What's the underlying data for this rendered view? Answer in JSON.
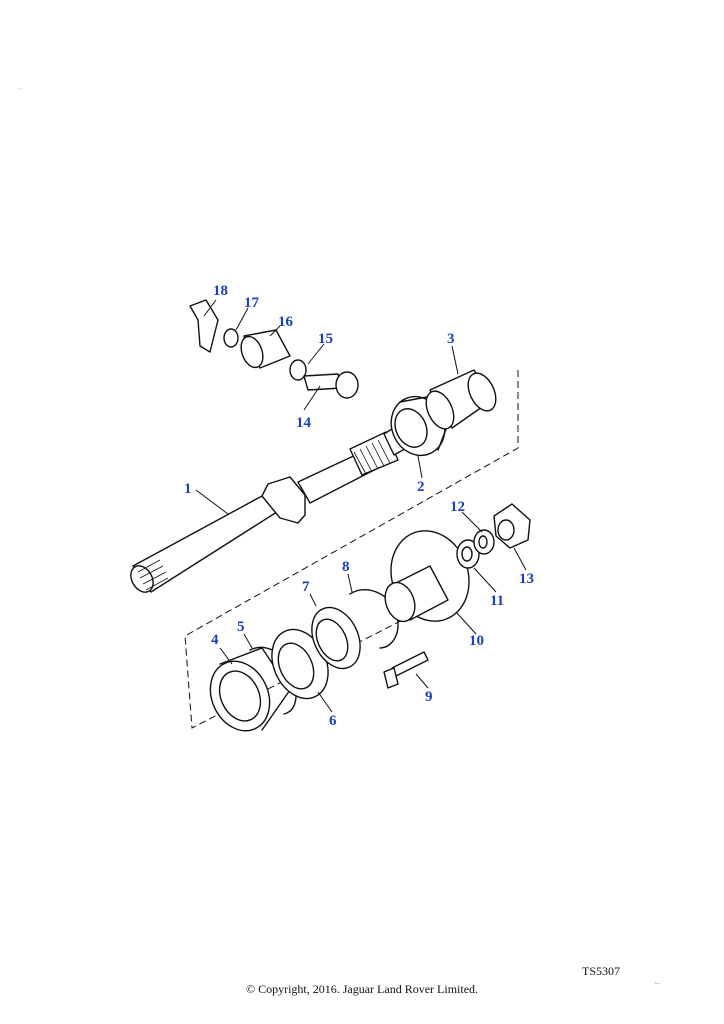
{
  "diagram": {
    "callouts": [
      {
        "id": "1",
        "label": "1"
      },
      {
        "id": "2",
        "label": "2"
      },
      {
        "id": "3",
        "label": "3"
      },
      {
        "id": "4",
        "label": "4"
      },
      {
        "id": "5",
        "label": "5"
      },
      {
        "id": "6",
        "label": "6"
      },
      {
        "id": "7",
        "label": "7"
      },
      {
        "id": "8",
        "label": "8"
      },
      {
        "id": "9",
        "label": "9"
      },
      {
        "id": "10",
        "label": "10"
      },
      {
        "id": "11",
        "label": "11"
      },
      {
        "id": "12",
        "label": "12"
      },
      {
        "id": "13",
        "label": "13"
      },
      {
        "id": "14",
        "label": "14"
      },
      {
        "id": "15",
        "label": "15"
      },
      {
        "id": "16",
        "label": "16"
      },
      {
        "id": "17",
        "label": "17"
      },
      {
        "id": "18",
        "label": "18"
      }
    ]
  },
  "footer": {
    "figure_ref": "TS5307",
    "copyright": "© Copyright, 2016. Jaguar Land Rover Limited."
  }
}
